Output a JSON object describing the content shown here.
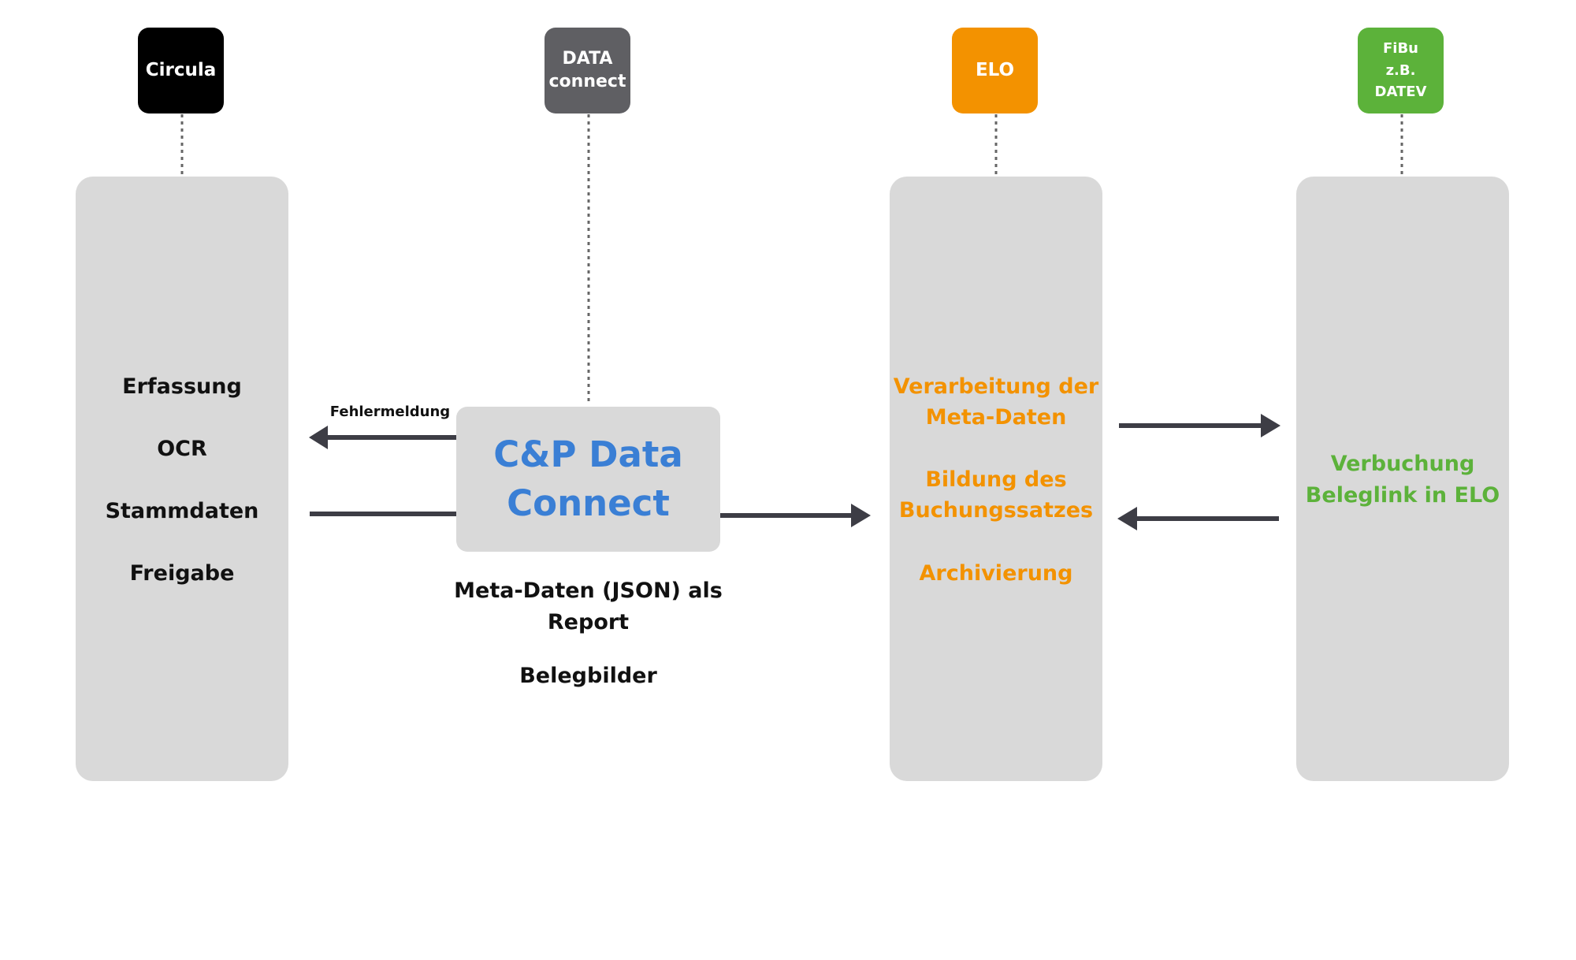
{
  "colors": {
    "circula_badge": "#000000",
    "data_badge": "#5f5f63",
    "elo_badge": "#f39200",
    "fibu_badge": "#5cb23a",
    "panel_bg": "#d9d9d9",
    "connector_blue": "#3a7fd5",
    "elo_text": "#f39200",
    "fibu_text": "#5cb23a",
    "arrow": "#3d3d45"
  },
  "badges": {
    "circula": [
      "Circula"
    ],
    "data": [
      "DATA",
      "connect"
    ],
    "elo": [
      "ELO"
    ],
    "fibu": [
      "FiBu",
      "z.B.",
      "DATEV"
    ]
  },
  "circula_panel": {
    "items": [
      "Erfassung",
      "OCR",
      "Stammdaten",
      "Freigabe"
    ]
  },
  "connector": {
    "title_lines": [
      "C&P Data",
      "Connect"
    ],
    "notes": [
      "Meta-Daten (JSON) als",
      "Report",
      "Belegbilder"
    ]
  },
  "error_label": "Fehlermeldung",
  "elo_panel": {
    "lines": [
      "Verarbeitung der",
      "Meta-Daten",
      "Bildung des",
      "Buchungssatzes",
      "Archivierung"
    ]
  },
  "fibu_panel": {
    "lines": [
      "Verbuchung",
      "Beleglink in ELO"
    ]
  }
}
